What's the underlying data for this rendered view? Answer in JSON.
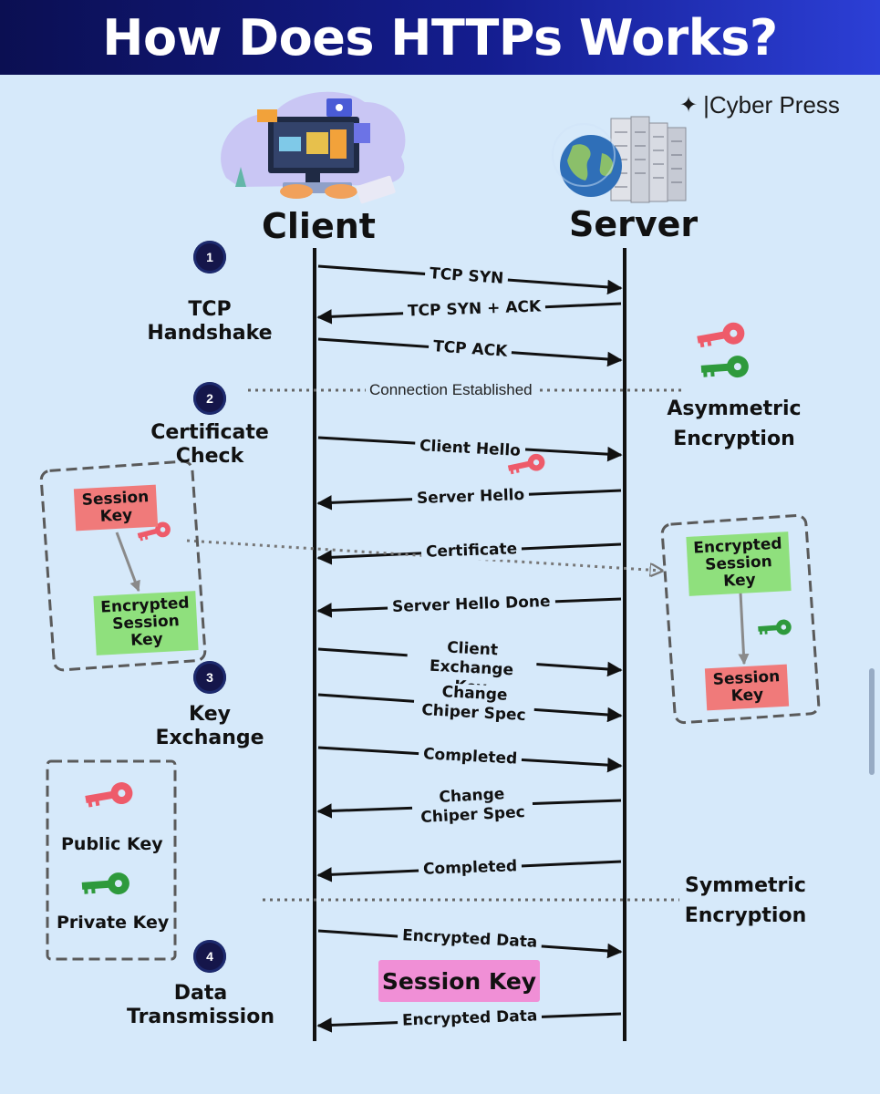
{
  "title": "How Does HTTPs Works?",
  "brand": {
    "symbol": "✦",
    "name": "|Cyber Press"
  },
  "actors": {
    "client": "Client",
    "server": "Server"
  },
  "steps": [
    {
      "num": "1",
      "label_lines": [
        "TCP",
        "Handshake"
      ]
    },
    {
      "num": "2",
      "label_lines": [
        "Certificate",
        "Check"
      ]
    },
    {
      "num": "3",
      "label_lines": [
        "Key",
        "Exchange"
      ]
    },
    {
      "num": "4",
      "label_lines": [
        "Data",
        "Transmission"
      ]
    }
  ],
  "messages": [
    {
      "text": "TCP SYN",
      "direction": "to-server"
    },
    {
      "text": "TCP SYN + ACK",
      "direction": "to-client"
    },
    {
      "text": "TCP ACK",
      "direction": "to-server"
    },
    {
      "text": "Client Hello",
      "direction": "to-server"
    },
    {
      "text": "Server Hello",
      "direction": "to-client"
    },
    {
      "text": "Certificate",
      "direction": "to-client"
    },
    {
      "text": "Server Hello Done",
      "direction": "to-client"
    },
    {
      "text": "Client Exchange Key",
      "direction": "to-server"
    },
    {
      "text": "Change Chiper Spec",
      "direction": "to-server"
    },
    {
      "text": "Completed",
      "direction": "to-server"
    },
    {
      "text": "Change Chiper Spec",
      "direction": "to-client"
    },
    {
      "text": "Completed",
      "direction": "to-client"
    },
    {
      "text": "Encrypted Data",
      "direction": "to-server"
    },
    {
      "text": "Encrypted Data",
      "direction": "to-client"
    }
  ],
  "connection_established": "Connection Established",
  "asymmetric": [
    "Asymmetric",
    "Encryption"
  ],
  "symmetric": [
    "Symmetric",
    "Encryption"
  ],
  "client_box": {
    "top": "Session Key",
    "bottom": "Encrypted Session Key"
  },
  "server_box": {
    "top": "Encrypted Session Key",
    "bottom": "Session Key"
  },
  "legend": {
    "public": "Public Key",
    "private": "Private Key"
  },
  "session_key_badge": "Session Key",
  "colors": {
    "header_dark": "#0b0f52",
    "header_light": "#2c3fd6",
    "background": "#d6e9fa",
    "public_key": "#ee5b6a",
    "private_key": "#2e9a3c",
    "tag_red": "#f07a7a",
    "tag_green": "#8fe07d",
    "badge_pink": "#f08fd6"
  }
}
